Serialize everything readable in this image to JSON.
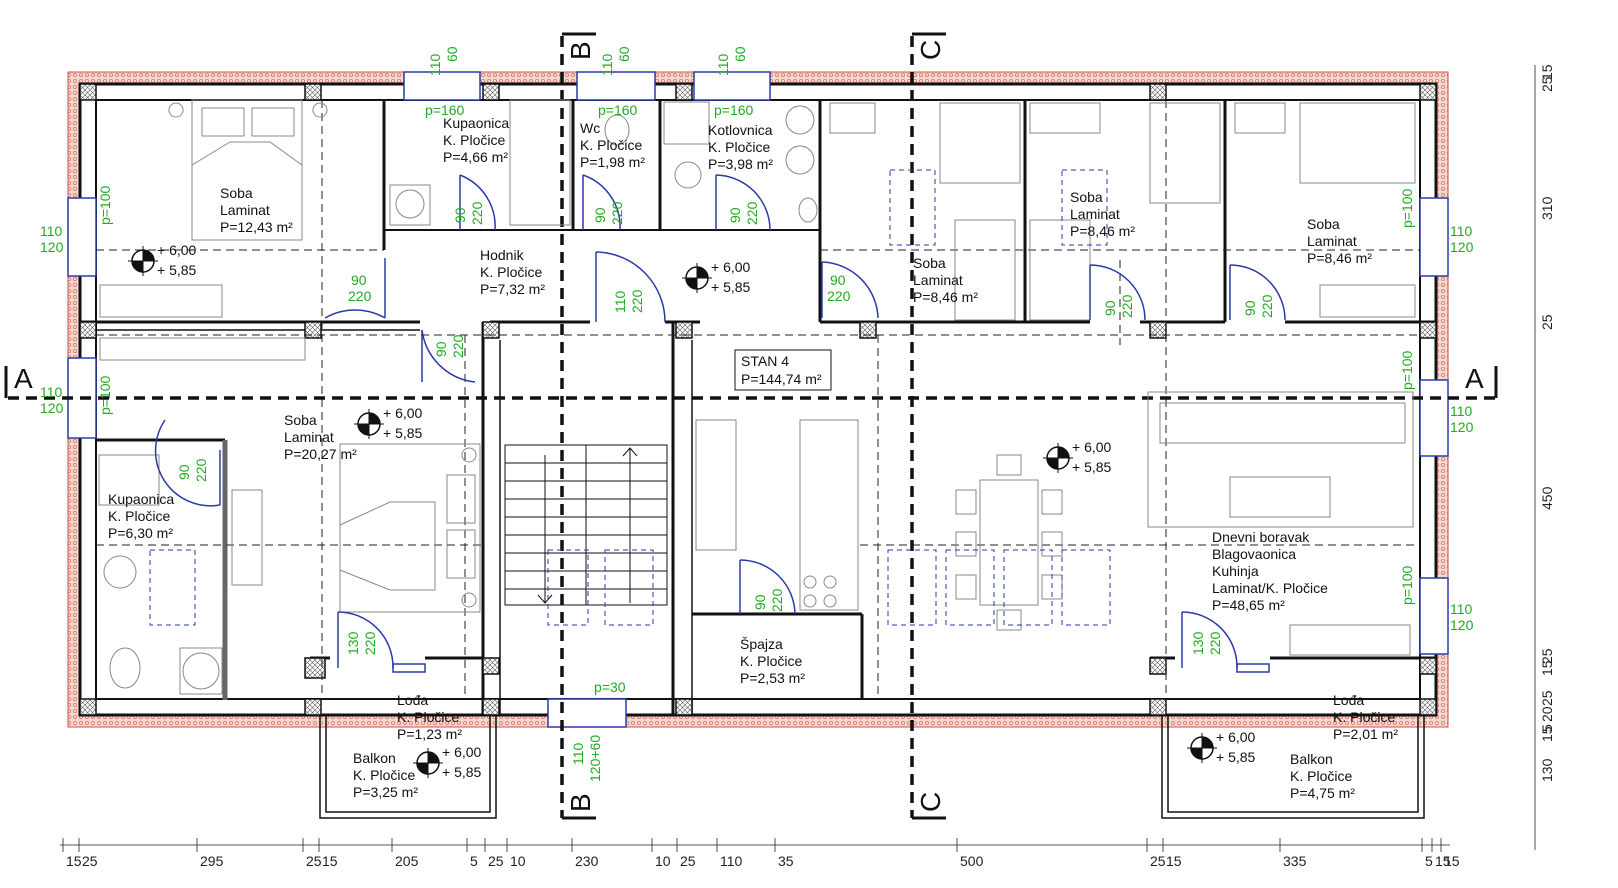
{
  "apartment": {
    "name": "STAN 4",
    "area": "P=144,74 m²"
  },
  "rooms": [
    {
      "id": "soba-1",
      "l1": "Soba",
      "l2": "Laminat",
      "l3": "P=12,43 m²"
    },
    {
      "id": "kupaonica-1",
      "l1": "Kupaonica",
      "l2": "K. Pločice",
      "l3": "P=4,66 m²"
    },
    {
      "id": "wc",
      "l1": "Wc",
      "l2": "K. Pločice",
      "l3": "P=1,98 m²"
    },
    {
      "id": "kotlovnica",
      "l1": "Kotlovnica",
      "l2": "K. Pločice",
      "l3": "P=3,98 m²"
    },
    {
      "id": "soba-2",
      "l1": "Soba",
      "l2": "Laminat",
      "l3": "P=8,46 m²"
    },
    {
      "id": "soba-3",
      "l1": "Soba",
      "l2": "Laminat",
      "l3": "P=8,46 m²"
    },
    {
      "id": "soba-4",
      "l1": "Soba",
      "l2": "Laminat",
      "l3": "P=8,46 m²"
    },
    {
      "id": "hodnik",
      "l1": "Hodnik",
      "l2": "K. Pločice",
      "l3": "P=7,32 m²"
    },
    {
      "id": "soba-5",
      "l1": "Soba",
      "l2": "Laminat",
      "l3": "P=20,27 m²"
    },
    {
      "id": "kupaonica-2",
      "l1": "Kupaonica",
      "l2": "K. Pločice",
      "l3": "P=6,30 m²"
    },
    {
      "id": "spajza",
      "l1": "Špajza",
      "l2": "K. Pločice",
      "l3": "P=2,53 m²"
    },
    {
      "id": "loda-1",
      "l1": "Lođa",
      "l2": "K. Pločice",
      "l3": "P=1,23 m²"
    },
    {
      "id": "balkon-1",
      "l1": "Balkon",
      "l2": "K. Pločice",
      "l3": "P=3,25 m²"
    },
    {
      "id": "loda-2",
      "l1": "Lođa",
      "l2": "K. Pločice",
      "l3": "P=2,01 m²"
    },
    {
      "id": "balkon-2",
      "l1": "Balkon",
      "l2": "K. Pločice",
      "l3": "P=4,75 m²"
    }
  ],
  "living": {
    "l1": "Dnevni boravak",
    "l2": "Blagovaonica",
    "l3": "Kuhinja",
    "l4": "Laminat/K. Pločice",
    "l5": "P=48,65 m²"
  },
  "levels": {
    "floor": "+ 6,00",
    "finish": "+ 5,85"
  },
  "sections": {
    "a": "A",
    "b": "B",
    "c": "C"
  },
  "bottom_dims": [
    "15",
    "25",
    "295",
    "25",
    "15",
    "205",
    "5",
    "25",
    "10",
    "230",
    "10",
    "25",
    "110",
    "35",
    "500",
    "25",
    "15",
    "335",
    "5",
    "15",
    "15"
  ],
  "right_dims": [
    "25",
    "15",
    "310",
    "25",
    "450",
    "25",
    "15",
    "25",
    "20",
    "5",
    "15",
    "130"
  ],
  "window_labels": [
    {
      "w": "110",
      "h": "120"
    },
    {
      "w": "110",
      "h": "120"
    },
    {
      "w": "110",
      "h": "120"
    },
    {
      "w": "110",
      "h": "120"
    },
    {
      "w": "110",
      "h": "120"
    },
    {
      "w": "110",
      "h": "60"
    },
    {
      "w": "110",
      "h": "60"
    },
    {
      "w": "110",
      "h": "60"
    }
  ],
  "parapets": {
    "p160": "p=160",
    "p100": "p=100",
    "p30": "p=30"
  },
  "door_labels": [
    {
      "w": "90",
      "h": "220"
    },
    {
      "w": "90",
      "h": "220"
    },
    {
      "w": "90",
      "h": "220"
    },
    {
      "w": "90",
      "h": "220"
    },
    {
      "w": "90",
      "h": "220"
    },
    {
      "w": "90",
      "h": "220"
    },
    {
      "w": "90",
      "h": "220"
    },
    {
      "w": "90",
      "h": "220"
    },
    {
      "w": "90",
      "h": "220"
    },
    {
      "w": "90",
      "h": "220"
    },
    {
      "w": "110",
      "h": "220"
    },
    {
      "w": "130",
      "h": "220"
    },
    {
      "w": "130",
      "h": "220"
    },
    {
      "w": "110",
      "h": "120+60"
    }
  ]
}
